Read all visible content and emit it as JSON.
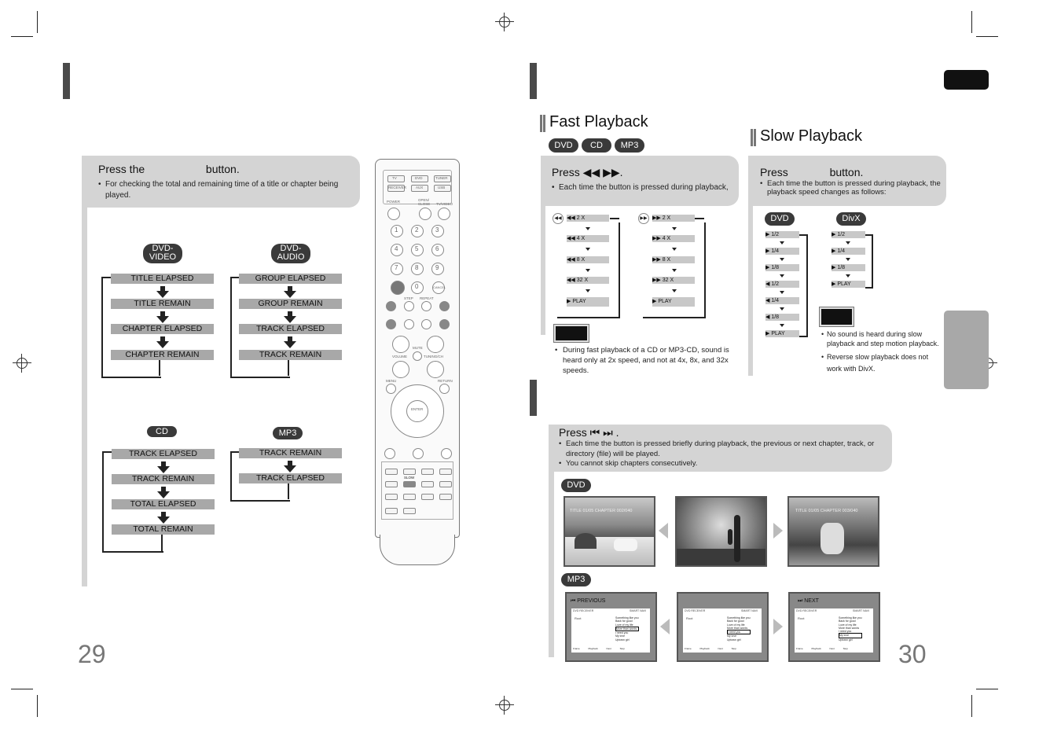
{
  "left": {
    "panel": {
      "heading_pre": "Press the",
      "heading_post": "button.",
      "bullet": "For checking the total and remaining time of a title or chapter being played."
    },
    "dvdvideo": {
      "badge_l1": "DVD-",
      "badge_l2": "VIDEO",
      "items": [
        "TITLE ELAPSED",
        "TITLE REMAIN",
        "CHAPTER ELAPSED",
        "CHAPTER REMAIN"
      ]
    },
    "dvdaudio": {
      "badge_l1": "DVD-",
      "badge_l2": "AUDIO",
      "items": [
        "GROUP ELAPSED",
        "GROUP REMAIN",
        "TRACK ELAPSED",
        "TRACK REMAIN"
      ]
    },
    "cd": {
      "badge": "CD",
      "items": [
        "TRACK ELAPSED",
        "TRACK REMAIN",
        "TOTAL ELAPSED",
        "TOTAL REMAIN"
      ]
    },
    "mp3": {
      "badge": "MP3",
      "items": [
        "TRACK REMAIN",
        "TRACK ELAPSED"
      ]
    },
    "page_number": "29",
    "remote": {
      "row1": [
        "TV",
        "DVD",
        "TUNER"
      ],
      "row2": [
        "RECEIVER",
        "AUX",
        "USB"
      ],
      "labels": {
        "power": "POWER",
        "open": "OPEN/ CLOSE",
        "tvvideo": "TV/VIDEO",
        "step": "STEP",
        "repeat": "REPEAT",
        "mute": "MUTE",
        "volume": "VOLUME",
        "tuning": "TUNING/CH",
        "menu": "MENU",
        "return": "RETURN",
        "enter": "ENTER",
        "slow": "SLOW",
        "cancel": "CANCEL"
      },
      "digits": [
        "1",
        "2",
        "3",
        "4",
        "5",
        "6",
        "7",
        "8",
        "9",
        "0"
      ]
    }
  },
  "right": {
    "fast": {
      "title": "Fast Playback",
      "badges": [
        "DVD",
        "CD",
        "MP3"
      ],
      "heading": "Press ◀◀ ▶▶.",
      "bullet": "Each time the button is pressed during playback,",
      "rev": [
        "◀◀  2 X",
        "◀◀  4 X",
        "◀◀  8 X",
        "◀◀  32 X",
        "▶  PLAY"
      ],
      "fwd": [
        "▶▶  2 X",
        "▶▶  4 X",
        "▶▶  8 X",
        "▶▶  32 X",
        "▶  PLAY"
      ],
      "note": "During fast playback of a CD or MP3-CD, sound is heard only at 2x speed, and not at 4x, 8x, and 32x speeds."
    },
    "slow": {
      "title": "Slow Playback",
      "heading_pre": "Press",
      "heading_post": "button.",
      "bullet": "Each time the button is pressed during playback, the playback speed changes as follows:",
      "dvd_badge": "DVD",
      "divx_badge": "DivX",
      "dvd": [
        "▶  1/2",
        "▶  1/4",
        "▶  1/8",
        "◀  1/2",
        "◀  1/4",
        "◀  1/8",
        "▶  PLAY"
      ],
      "divx": [
        "▶  1/2",
        "▶  1/4",
        "▶  1/8",
        "▶  PLAY"
      ],
      "note1": "No sound is heard during slow playback and step motion playback.",
      "note2": "Reverse slow playback does not work with DivX."
    },
    "skip": {
      "heading": "Press ⏮ ⏭ .",
      "bullet1": "Each time the button is pressed briefly during playback, the previous or next chapter, track, or directory (file) will be played.",
      "bullet2": "You cannot skip chapters consecutively.",
      "dvd_badge": "DVD",
      "mp3_badge": "MP3",
      "osd1": "TITLE  01/05  CHAPTER  002/040",
      "osd2": "TITLE  01/05  CHAPTER  003/040",
      "prev": "⏮ PREVIOUS",
      "next": "⏭ NEXT",
      "screen_header": "DVD RECEIVER",
      "screen_nav": "SMART NAVI",
      "screen_root": "Root",
      "songs": [
        "Something like you",
        "Back for good",
        "Love of my life",
        "More than words",
        "I need you",
        "My love",
        "Uptown girl"
      ],
      "footer": [
        "Frame",
        "Playback",
        "Next",
        "Stop"
      ]
    },
    "page_number": "30"
  }
}
